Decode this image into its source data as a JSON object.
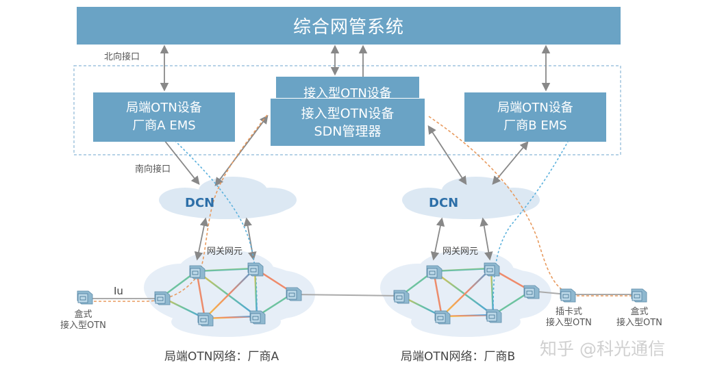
{
  "system": {
    "title": "综合网管系统"
  },
  "interfaces": {
    "north": "北向接口",
    "south": "南向接口",
    "iu": "Iu"
  },
  "ems_a": {
    "line1": "局端OTN设备",
    "line2": "厂商A EMS"
  },
  "ems_b": {
    "line1": "局端OTN设备",
    "line2": "厂商B EMS"
  },
  "sdn_back": {
    "line1": "接入型OTN设备"
  },
  "sdn_front": {
    "line1": "接入型OTN设备",
    "line2": "SDN管理器"
  },
  "dcn": {
    "left": "DCN",
    "right": "DCN"
  },
  "gateway": {
    "left": "网关网元",
    "right": "网关网元"
  },
  "devices": {
    "box_left": {
      "line1": "盒式",
      "line2": "接入型OTN"
    },
    "card": {
      "line1": "插卡式",
      "line2": "接入型OTN"
    },
    "box_right": {
      "line1": "盒式",
      "line2": "接入型OTN"
    }
  },
  "networks": {
    "a": "局端OTN网络：厂商A",
    "b": "局端OTN网络：厂商B"
  },
  "watermark": "知乎 @科光通信",
  "colors": {
    "box_fill": "#6aa3c5",
    "cloud_fill": "#dce8f3",
    "orange_dash": "#e89a5e",
    "blue_dash": "#5ab0dc",
    "arrow": "#888888"
  }
}
